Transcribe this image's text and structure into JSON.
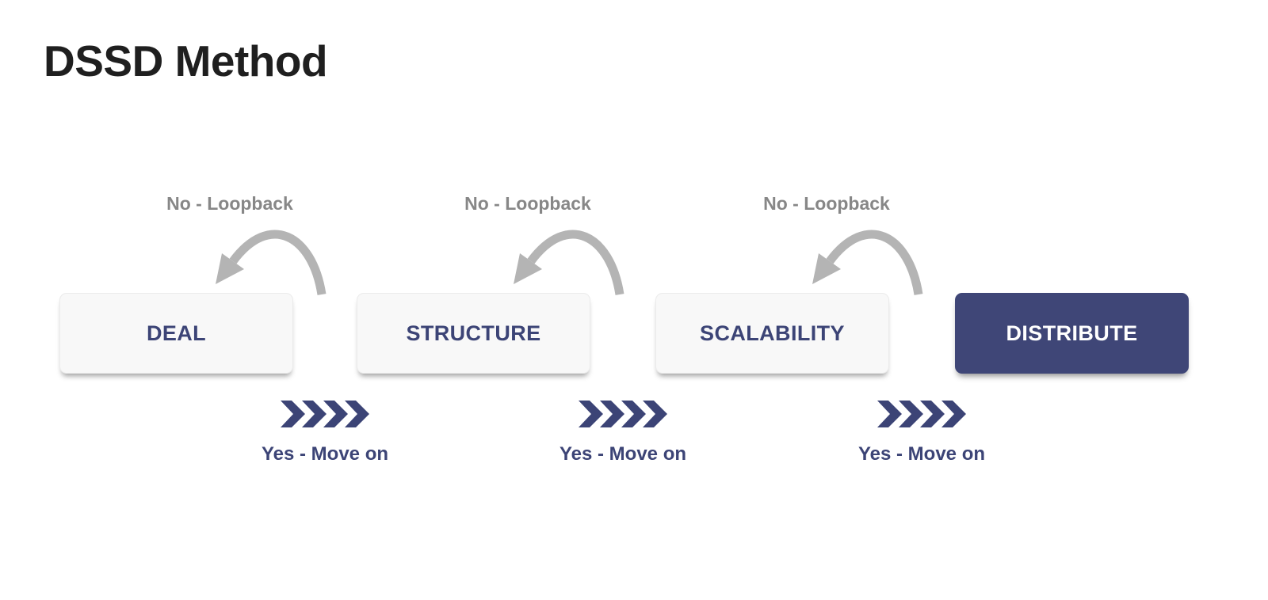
{
  "title": "DSSD Method",
  "colors": {
    "navy": "#3c4476",
    "navy_box_bg": "#3f4677",
    "arrow_gray": "#b4b4b4",
    "loopback_text": "#878787",
    "title_color": "#1f1f1f",
    "light_box_bg": "#f8f8f8"
  },
  "stages": [
    {
      "label": "DEAL",
      "variant": "light"
    },
    {
      "label": "STRUCTURE",
      "variant": "light"
    },
    {
      "label": "SCALABILITY",
      "variant": "light"
    },
    {
      "label": "DISTRIBUTE",
      "variant": "filled"
    }
  ],
  "transitions": [
    {
      "no_label": "No - Loopback",
      "yes_label": "Yes - Move on"
    },
    {
      "no_label": "No - Loopback",
      "yes_label": "Yes - Move on"
    },
    {
      "no_label": "No - Loopback",
      "yes_label": "Yes - Move on"
    }
  ]
}
